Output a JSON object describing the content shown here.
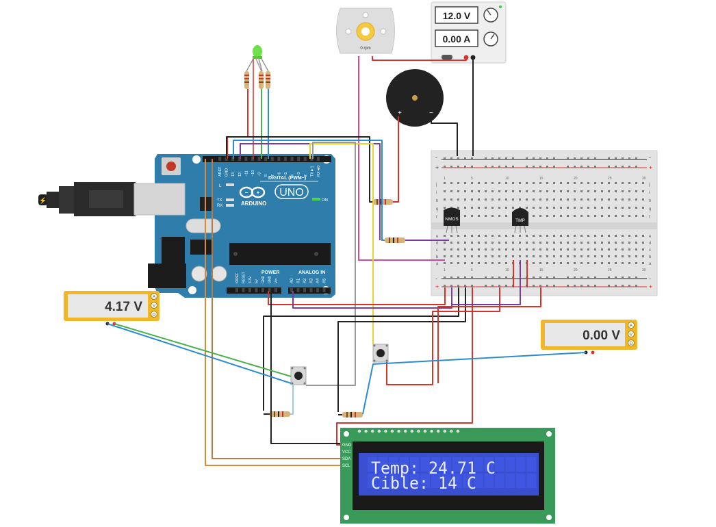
{
  "arduino": {
    "brand": "ARDUINO",
    "model": "UNO",
    "digital_label": "DIGITAL (PWM~)",
    "power_label": "POWER",
    "analog_label": "ANALOG IN",
    "on_label": "ON",
    "l_label": "L",
    "tx_label": "TX",
    "rx_label": "RX",
    "digital_pins": [
      "AREF",
      "GND",
      "13",
      "12",
      "~11",
      "~10",
      "~9",
      "8",
      "7",
      "~6",
      "~5",
      "4",
      "~3",
      "2",
      "TX►1",
      "RX◄0"
    ],
    "power_pins": [
      "IOREF",
      "RESET",
      "3.3V",
      "5V",
      "GND",
      "GND",
      "Vin"
    ],
    "analog_pins": [
      "A0",
      "A1",
      "A2",
      "A3",
      "A4",
      "A5"
    ]
  },
  "multimeter_left": {
    "reading": "4.17 V",
    "terminals": [
      "A",
      "V",
      "Ω"
    ]
  },
  "multimeter_right": {
    "reading": "0.00 V",
    "terminals": [
      "A",
      "V",
      "Ω"
    ]
  },
  "power_supply": {
    "voltage": "12.0 V",
    "current": "0.00 A"
  },
  "motor": {
    "speed": "0 rpm"
  },
  "transistors": {
    "nmos_label": "NMOS",
    "tmp_label": "TMP"
  },
  "lcd": {
    "line1": "Temp: 24.71 C",
    "line2": "Cible: 14 C",
    "pins": [
      "GND",
      "VCC",
      "SDA",
      "SCL"
    ]
  },
  "breadboard": {
    "rows_top": [
      "j",
      "i",
      "h",
      "g",
      "f"
    ],
    "rows_bottom": [
      "e",
      "d",
      "c",
      "b",
      "a"
    ],
    "columns": [
      "1",
      "5",
      "10",
      "15",
      "20",
      "25",
      "30"
    ],
    "plus": "+",
    "minus": "-"
  },
  "colors": {
    "arduino_blue": "#2e7dab",
    "breadboard": "#e3e3e3",
    "lcd_green": "#3a9a5a",
    "lcd_screen": "#3a4fd0",
    "meter_yellow": "#f1b72a",
    "wire_red": "#d8332a",
    "wire_black": "#222222",
    "wire_blue": "#2d8bd0",
    "wire_green": "#4bb04a",
    "wire_purple": "#7b3aa0",
    "wire_magenta": "#d24aa0",
    "wire_orange": "#d98b3a",
    "wire_yellow": "#e8d42a",
    "wire_gray": "#9a9a9a"
  }
}
